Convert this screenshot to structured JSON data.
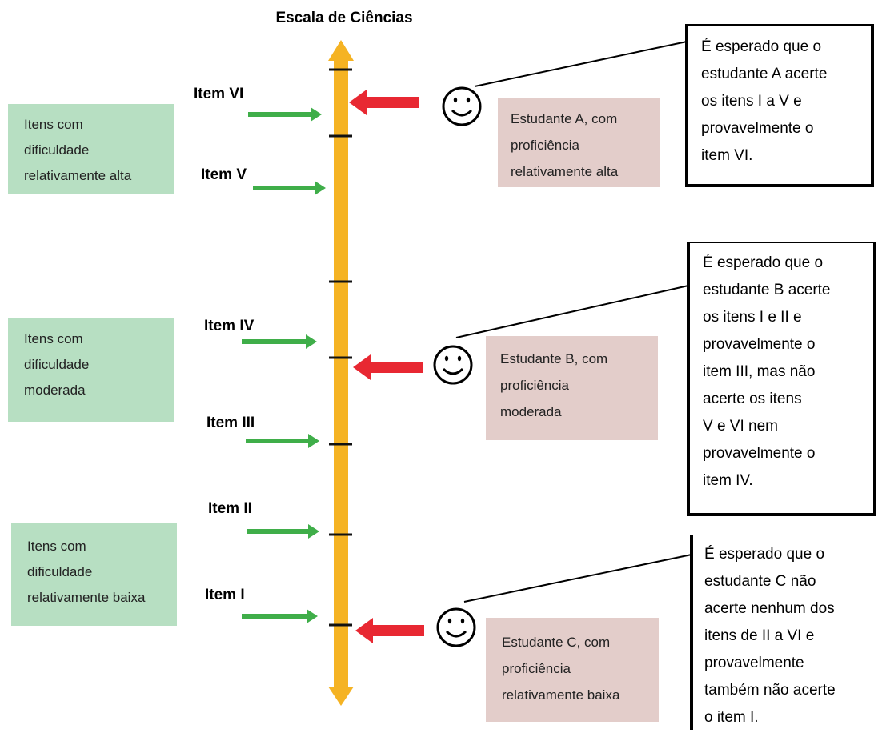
{
  "title": "Escala de Ciências",
  "colors": {
    "scale": "#f5b323",
    "item_arrow": "#3fae49",
    "student_arrow": "#e82832",
    "difficulty_box": "#b7dfc2",
    "student_box": "#e3cdca"
  },
  "difficulty_groups": [
    {
      "lines": [
        "Itens com",
        "dificuldade",
        "relativamente alta"
      ]
    },
    {
      "lines": [
        "Itens com",
        "dificuldade",
        "moderada"
      ]
    },
    {
      "lines": [
        "Itens com",
        "dificuldade",
        "relativamente baixa"
      ]
    }
  ],
  "items": [
    {
      "label": "Item VI"
    },
    {
      "label": "Item V"
    },
    {
      "label": "Item IV"
    },
    {
      "label": "Item III"
    },
    {
      "label": "Item II"
    },
    {
      "label": "Item I"
    }
  ],
  "students": [
    {
      "box_lines": [
        "Estudante A, com",
        "proficiência",
        "relativamente alta"
      ],
      "note_lines": [
        "É esperado que o",
        "estudante A acerte",
        "os itens I a V e",
        "provavelmente o",
        "item VI."
      ]
    },
    {
      "box_lines": [
        "Estudante B, com",
        "proficiência",
        "moderada"
      ],
      "note_lines": [
        "É esperado que o",
        "estudante B acerte",
        "os itens I e II e",
        "provavelmente o",
        "item III, mas não",
        "acerte os itens",
        "V e VI nem",
        "provavelmente o",
        "item IV."
      ]
    },
    {
      "box_lines": [
        "Estudante C, com",
        "proficiência",
        "relativamente baixa"
      ],
      "note_lines": [
        "É esperado que o",
        "estudante C não",
        "acerte nenhum dos",
        "itens de II a VI e",
        "provavelmente",
        "também não acerte",
        "o item I."
      ]
    }
  ]
}
